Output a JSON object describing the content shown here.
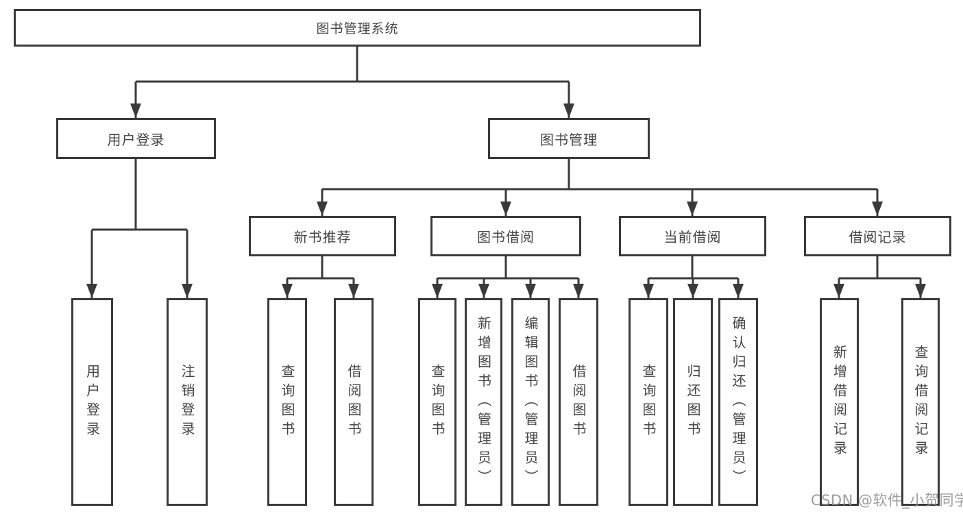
{
  "tree": {
    "root": {
      "label": "图书管理系统",
      "children": [
        {
          "label": "用户登录",
          "children": [
            {
              "label": "用户登录"
            },
            {
              "label": "注销登录"
            }
          ]
        },
        {
          "label": "图书管理",
          "children": [
            {
              "label": "新书推荐",
              "children": [
                {
                  "label": "查询图书"
                },
                {
                  "label": "借阅图书"
                }
              ]
            },
            {
              "label": "图书借阅",
              "children": [
                {
                  "label": "查询图书"
                },
                {
                  "label": "新增图书（管理员）"
                },
                {
                  "label": "编辑图书（管理员）"
                },
                {
                  "label": "借阅图书"
                }
              ]
            },
            {
              "label": "当前借阅",
              "children": [
                {
                  "label": "查询图书"
                },
                {
                  "label": "归还图书"
                },
                {
                  "label": "确认归还（管理员）"
                }
              ]
            },
            {
              "label": "借阅记录",
              "children": [
                {
                  "label": "新增借阅记录"
                },
                {
                  "label": "查询借阅记录"
                }
              ]
            }
          ]
        }
      ]
    }
  },
  "watermark": {
    "text": "CSDN @软件_小贺同学"
  },
  "colors": {
    "line": "#3a3a3a",
    "box_border": "#3a3a3a",
    "text": "#454545",
    "watermark": "#919191",
    "background": "#ffffff"
  }
}
